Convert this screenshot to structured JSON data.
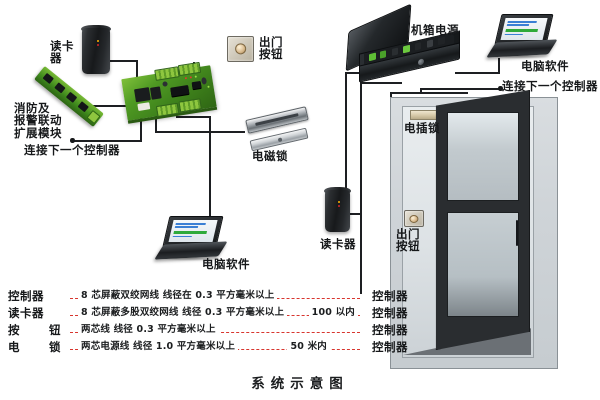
{
  "diagram": {
    "title": "系统示意图",
    "labels": {
      "card_reader_left": "读卡\n器",
      "expansion_module": "消防及\n报警联动\n扩展模块",
      "next_controller_left": "连接下一个控制器",
      "exit_button_left": "出门\n按钮",
      "maglock": "电磁锁",
      "pc_software_left": "电脑软件",
      "psu": "机箱电源",
      "pc_software_right": "电脑软件",
      "next_controller_right": "连接下一个控制器",
      "bolt_lock": "电插锁",
      "card_reader_right": "读卡器",
      "exit_button_right": "出门\n按钮"
    },
    "legend": [
      {
        "from": "控制器",
        "spec": "8 芯屏蔽双绞网线  线径在 0.3 平方毫米以上",
        "spec_extra": "",
        "to": "控制器"
      },
      {
        "from": "读卡器",
        "spec": "8 芯屏蔽多股双绞网线  线径 0.3 平方毫米以上",
        "spec_extra": "100 以内",
        "to": "控制器"
      },
      {
        "from": "按　钮",
        "spec": "两芯线  线径 0.3 平方毫米以上",
        "spec_extra": "",
        "to": "控制器"
      },
      {
        "from": "电　锁",
        "spec": "两芯电源线  线径 1.0 平方毫米以上",
        "spec_extra": "50 米内",
        "to": "控制器"
      }
    ],
    "colors": {
      "wire": "#1d1f22",
      "legend_dash": "#d8352e",
      "pcb_green": "#4f9a23",
      "text": "#16181a"
    }
  }
}
